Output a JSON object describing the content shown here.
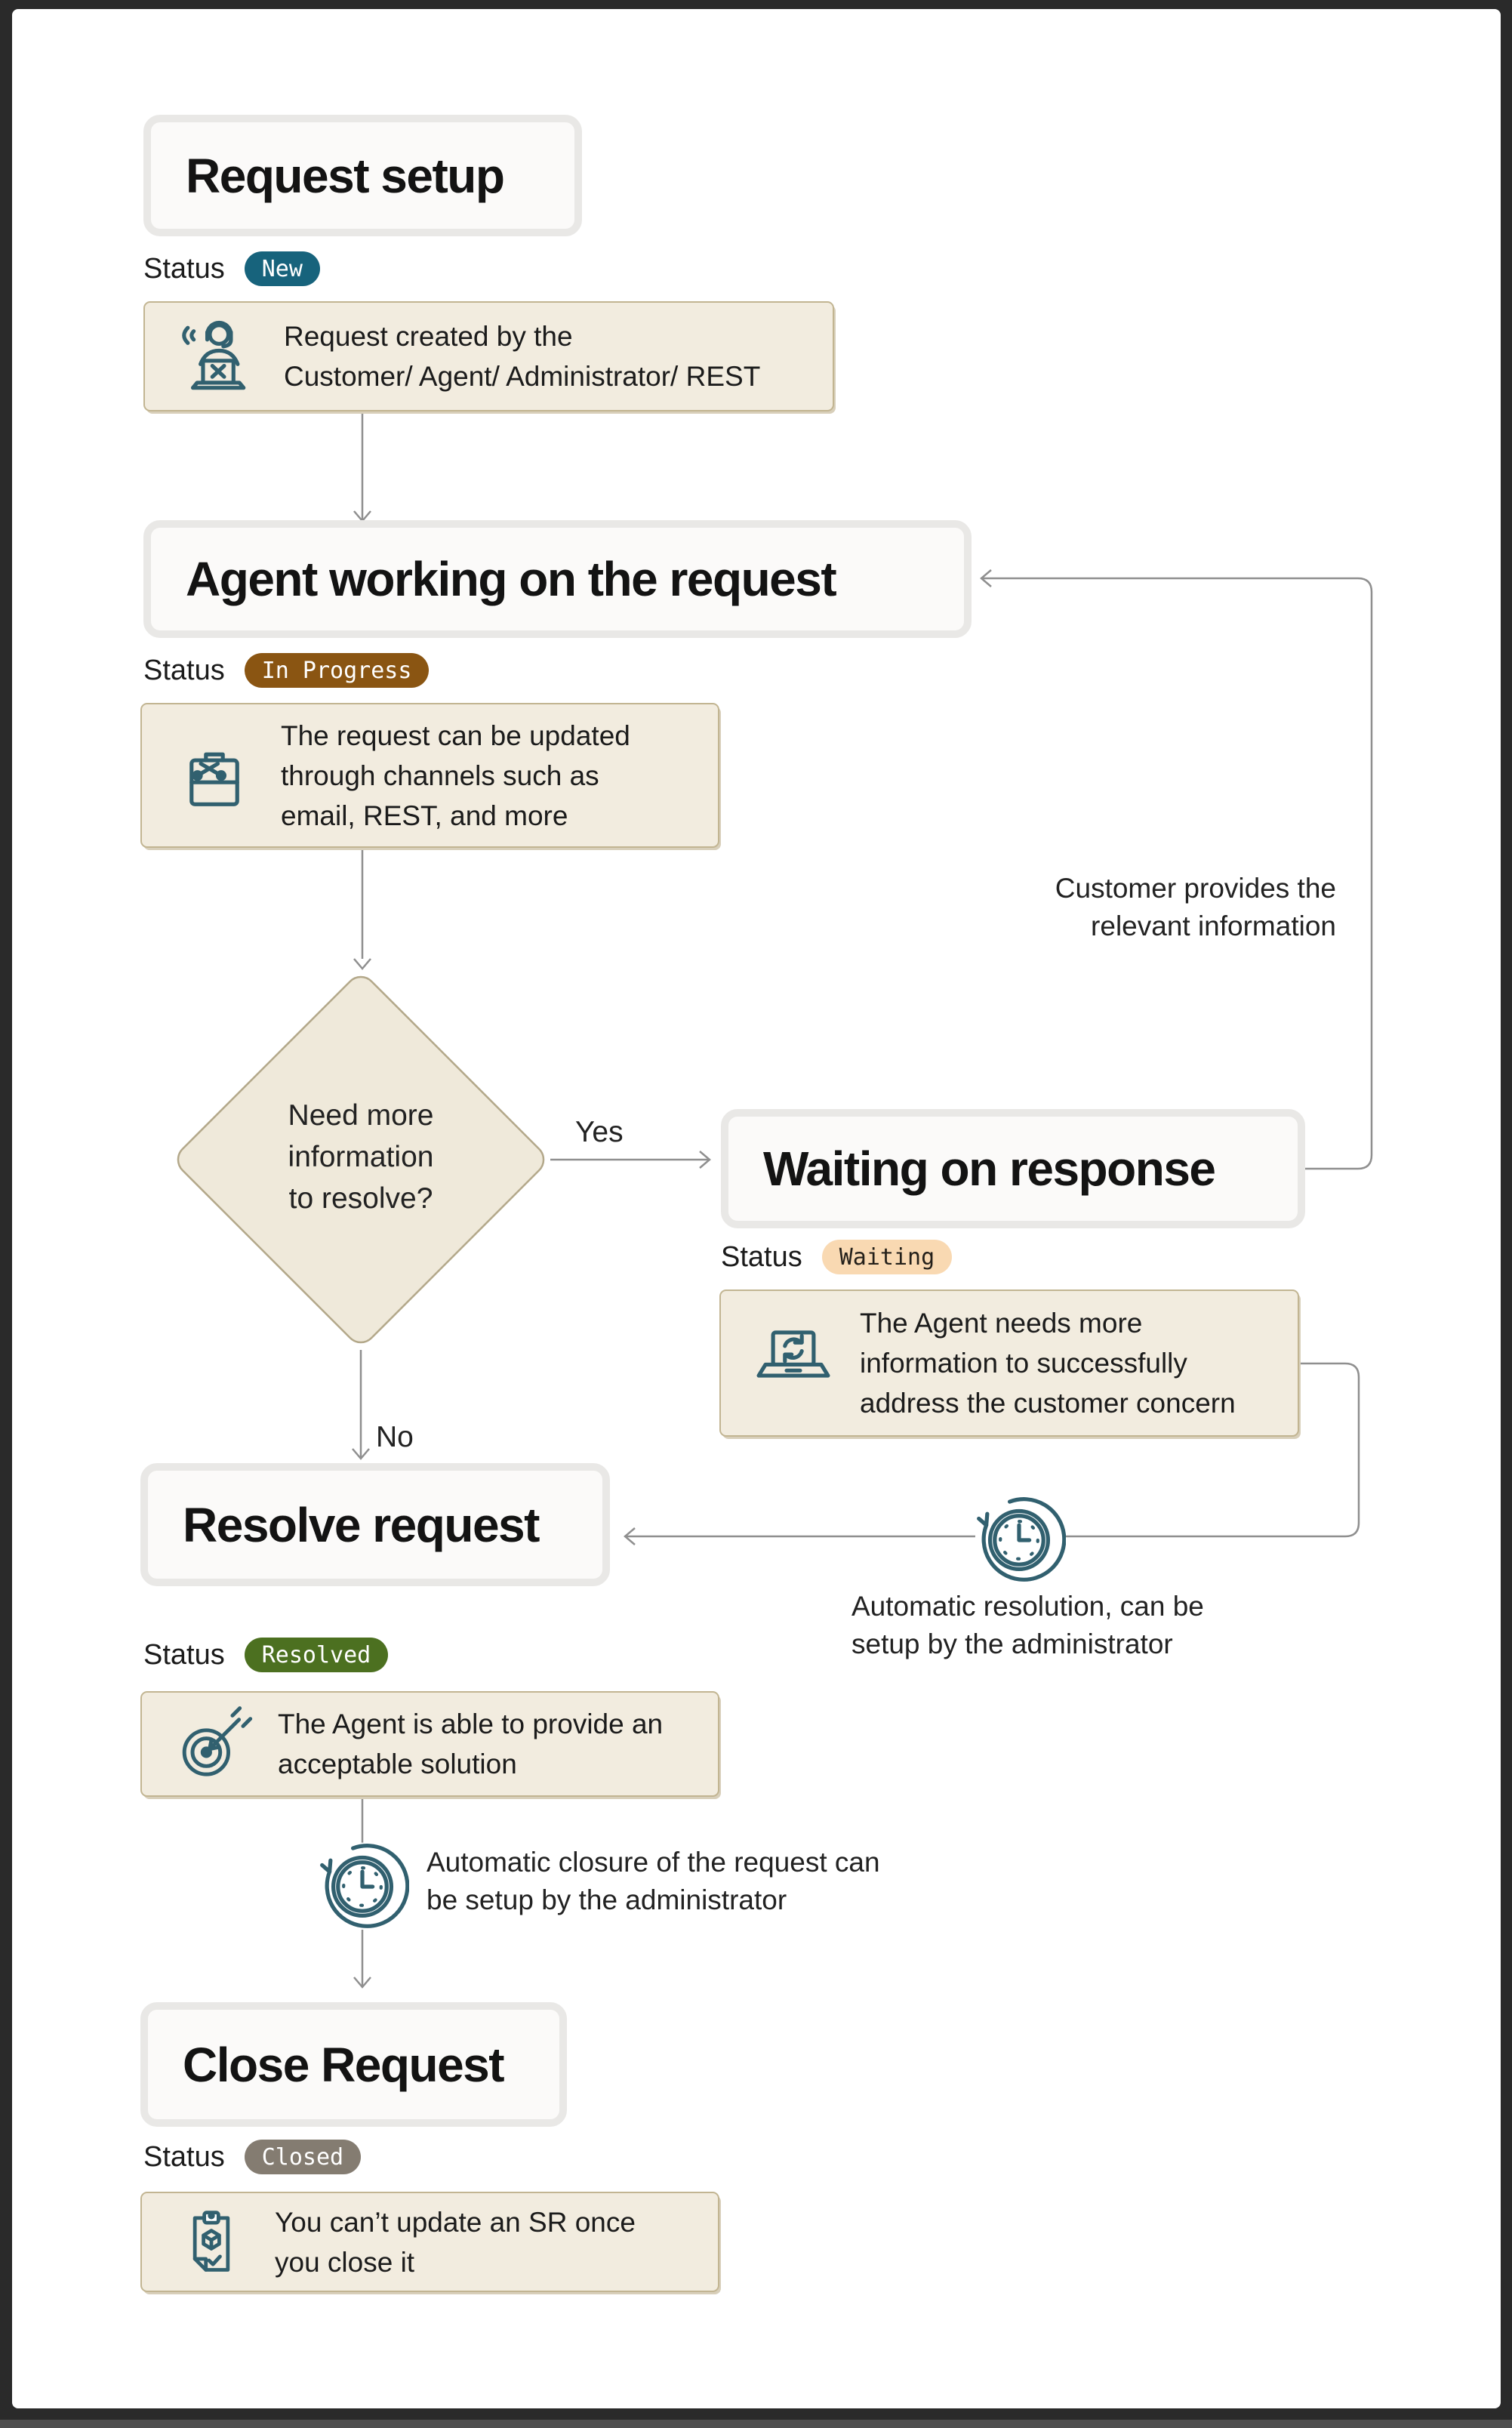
{
  "frame": {
    "outer_bg": "#2a2a2a",
    "border": "#0e0e0e",
    "paper_bg": "#ffffff"
  },
  "colors": {
    "icon": "#31606f",
    "connector": "#8f8f8f",
    "note_bg": "#f2ecdf",
    "note_border": "#c2b592",
    "title_bg": "#fbfaf9",
    "title_border": "#e9e8e6",
    "diamond_bg": "#efe9da",
    "diamond_border": "#b3a88a"
  },
  "stages": [
    {
      "title": "Request setup",
      "status_label": "Status",
      "badge": {
        "text": "New",
        "bg": "#17637c",
        "fg": "#ffffff"
      },
      "note": {
        "icon": "support-agent-icon",
        "text": "Request created by the\nCustomer/ Agent/ Administrator/ REST"
      }
    },
    {
      "title": "Agent working on the request",
      "status_label": "Status",
      "badge": {
        "text": "In Progress",
        "bg": "#8a5512",
        "fg": "#ffffff"
      },
      "note": {
        "icon": "toolbox-icon",
        "text": "The request can be updated\nthrough channels such as\nemail, REST, and more"
      }
    },
    {
      "title": "Waiting on response",
      "status_label": "Status",
      "badge": {
        "text": "Waiting",
        "bg": "#f9d9b2",
        "fg": "#24201a"
      },
      "note": {
        "icon": "laptop-sync-icon",
        "text": "The Agent needs more\ninformation to successfully\naddress the customer concern"
      }
    },
    {
      "title": "Resolve request",
      "status_label": "Status",
      "badge": {
        "text": "Resolved",
        "bg": "#4c7020",
        "fg": "#ffffff"
      },
      "note": {
        "icon": "target-icon",
        "text": "The Agent is able to provide an\nacceptable solution"
      }
    },
    {
      "title": "Close Request",
      "status_label": "Status",
      "badge": {
        "text": "Closed",
        "bg": "#847c71",
        "fg": "#ffffff"
      },
      "note": {
        "icon": "clipboard-check-icon",
        "text": "You can’t update an SR once\nyou close it"
      }
    }
  ],
  "decision": {
    "text": "Need more\ninformation\nto resolve?",
    "yes": "Yes",
    "no": "No"
  },
  "annotations": {
    "customer_provides": "Customer provides the\nrelevant information",
    "auto_resolution": "Automatic resolution, can be\nsetup by the administrator",
    "auto_closure": "Automatic closure of the request can\nbe setup by the administrator"
  }
}
